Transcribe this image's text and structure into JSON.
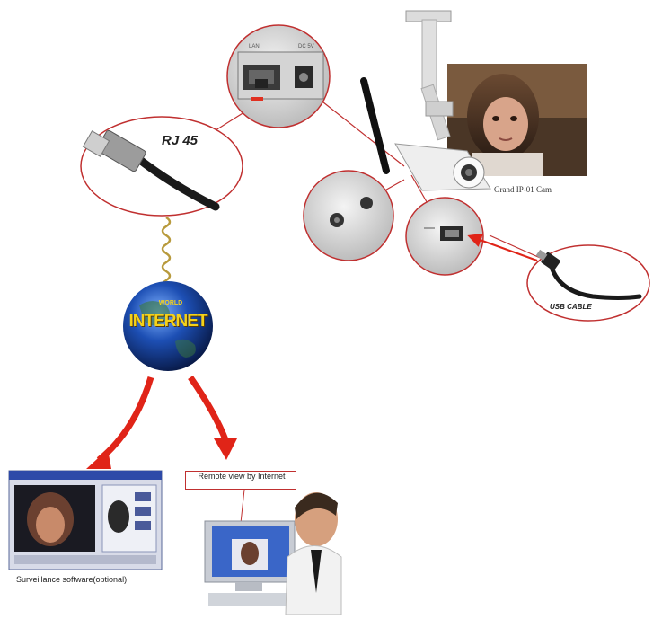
{
  "labels": {
    "rj45": "RJ 45",
    "usb_cable": "USB CABLE",
    "camera": "Grand IP-01 Cam",
    "internet": "INTERNET",
    "internet_small": "WORLD",
    "port_lan": "LAN",
    "port_dc": "DC 5V",
    "surveillance": "Surveillance software(optional)",
    "remote_view": "Remote view by Internet"
  },
  "colors": {
    "callout_outline": "#c03030",
    "arrow": "#e02418",
    "globe_text": "#f5d21a",
    "camera_body": "#e8e8e8"
  }
}
